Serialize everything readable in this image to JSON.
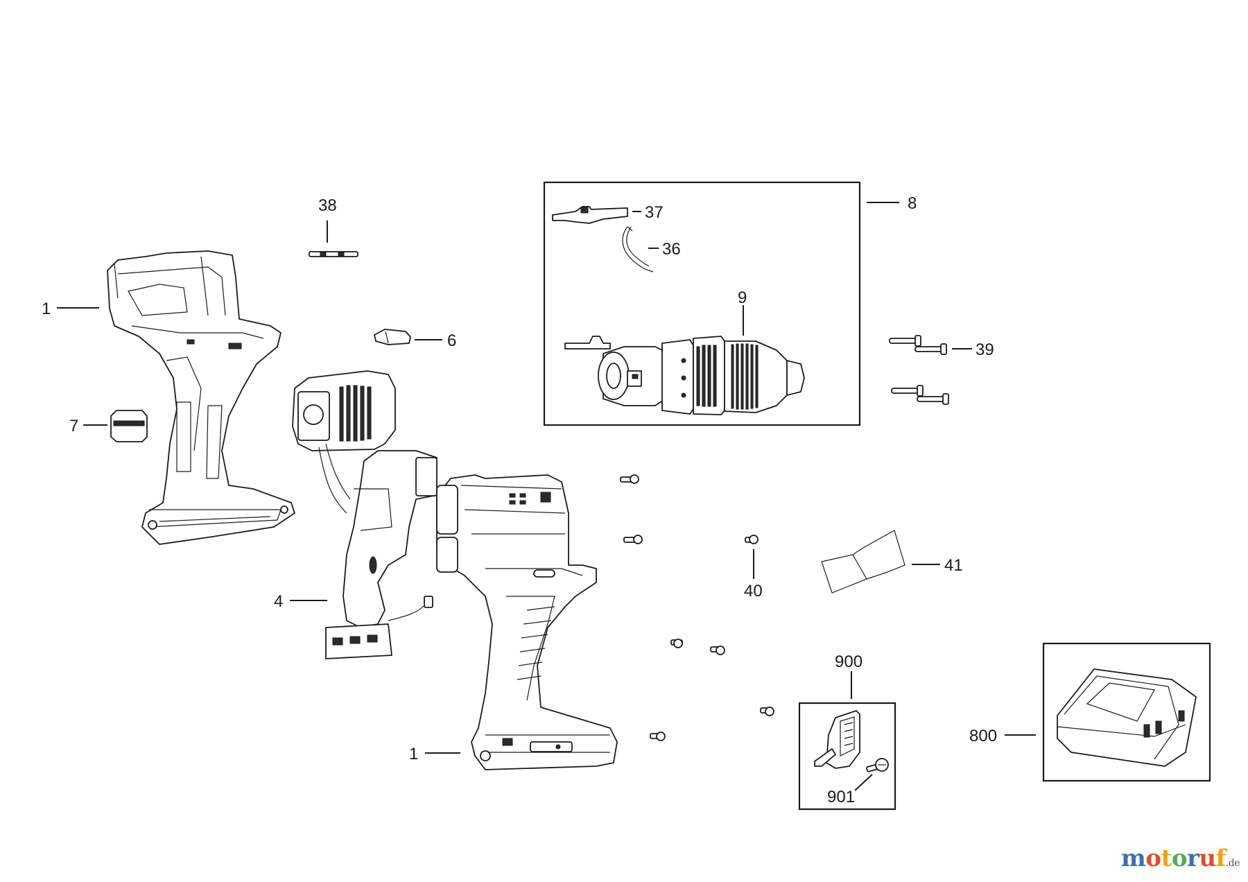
{
  "callouts": {
    "c1_top": "1",
    "c1_bottom": "1",
    "c4": "4",
    "c6": "6",
    "c7": "7",
    "c8": "8",
    "c9": "9",
    "c36": "36",
    "c37": "37",
    "c38": "38",
    "c39": "39",
    "c40": "40",
    "c41": "41",
    "c800": "800",
    "c900": "900",
    "c901": "901"
  },
  "watermark": {
    "letters": [
      "m",
      "o",
      "t",
      "o",
      "r",
      "u",
      "f"
    ],
    "suffix": ".de",
    "letter_colors": [
      "#3a6fb6",
      "#e34b2e",
      "#f0a20a",
      "#4caf50",
      "#3a6fb6",
      "#e34b2e",
      "#f0a20a"
    ]
  },
  "colors": {
    "line": "#1a1a1a",
    "background": "#ffffff"
  }
}
